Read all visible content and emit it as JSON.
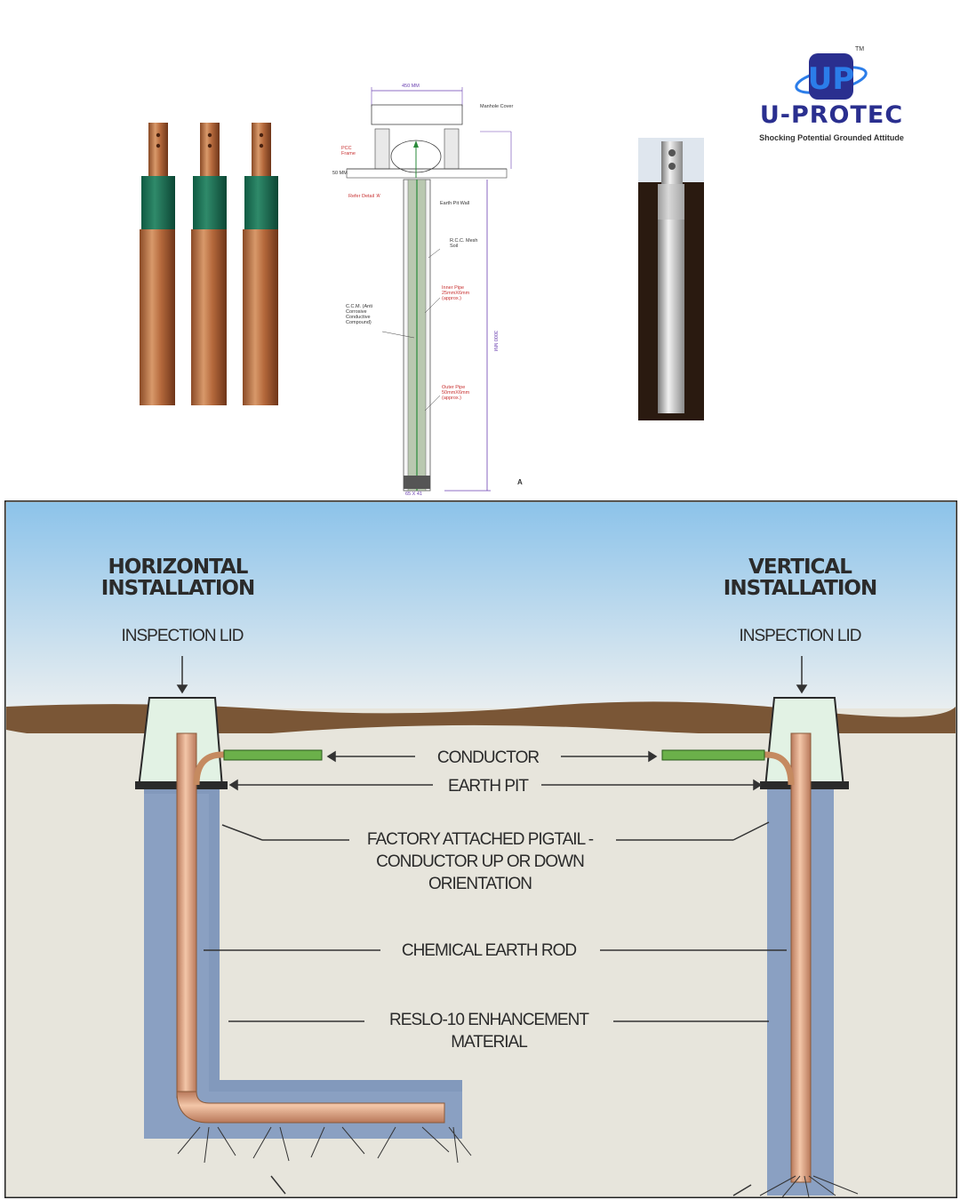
{
  "logo": {
    "mark": "UP",
    "tm": "TM",
    "brand": "U-PROTEC",
    "tagline": "Shocking Potential Grounded Attitude",
    "colors": {
      "primary": "#2a2f8f",
      "accent": "#2b7de9"
    }
  },
  "drawing": {
    "dimension_top": "450 MM",
    "manhole_cover": "Manhole Cover",
    "pcc_frame": "PCC Frame",
    "ground": "50 MM",
    "refer_detail": "Refer Detail 'A'",
    "earth_pit_wall": "Earth Pit Wall",
    "rcc_mesh": "R.C.C. Mesh Soil",
    "inner_pipe": "Inner Pipe 25mmX6mm (approx.)",
    "compound": "C.C.M. (Anti Corrosive Conductive Compound)",
    "length": "3000 MM",
    "outer_pipe": "Outer Pipe 50mmX6mm (approx.)",
    "bottom_dim": "65 X 41",
    "view_label": "A"
  },
  "diagram": {
    "left_title_1": "HORIZONTAL",
    "left_title_2": "INSTALLATION",
    "right_title_1": "VERTICAL",
    "right_title_2": "INSTALLATION",
    "inspection_lid_left": "INSPECTION LID",
    "inspection_lid_right": "INSPECTION LID",
    "conductor": "CONDUCTOR",
    "earth_pit": "EARTH PIT",
    "pigtail_1": "FACTORY ATTACHED PIGTAIL -",
    "pigtail_2": "CONDUCTOR UP OR DOWN",
    "pigtail_3": "ORIENTATION",
    "rod": "CHEMICAL EARTH ROD",
    "material_1": "RESLO-10 ENHANCEMENT",
    "material_2": "MATERIAL"
  }
}
